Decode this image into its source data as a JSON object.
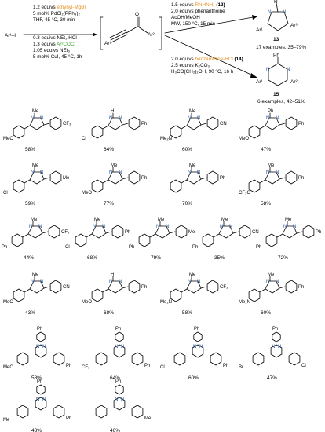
{
  "scheme": {
    "reagent": "Ar¹–I",
    "conditions_left": [
      {
        "text": "1.2 equivs ",
        "hl": "ethynyl-MgBr",
        "hlclass": "orange"
      },
      {
        "text": "5 mol% PdCl₂(PPh₃)₂"
      },
      {
        "text": "THF, 45 °C, 30 min"
      },
      {
        "text": "0.3 equivs NEt₃ HCl"
      },
      {
        "text": "1.3 equivs ",
        "hl": "Ar²COCl",
        "hlclass": "green"
      },
      {
        "text": "1.05 equivs NEt₃"
      },
      {
        "text": "5 mol% CuI, 45 °C, 1h"
      }
    ],
    "intermediate": {
      "ar1": "Ar¹",
      "ar2": "Ar²",
      "o": "O"
    },
    "conditions_top": [
      {
        "text": "1.5 equivs ",
        "hl": "RNHNH₂",
        "hlclass": "orange",
        "tail": " (12)"
      },
      {
        "text": "2.0 equivs phenanthoine"
      },
      {
        "text": "AcOH/MeOH"
      },
      {
        "text": "MW, 150 °C, 15 min"
      }
    ],
    "conditions_bottom": [
      {
        "text": "2.0 equivs ",
        "hl": "benzamidine-HCl",
        "hlclass": "orange",
        "tail": " (14)"
      },
      {
        "text": "2.5 equivs K₂CO₃"
      },
      {
        "text": "H₃CO(CH₂)₂OH, 90 °C, 16 h"
      }
    ],
    "product_top": {
      "number": "13",
      "examples": "17 examples, 35–79%",
      "r": "R",
      "ar1": "Ar¹",
      "ar3": "Ar³"
    },
    "product_bottom": {
      "number": "15",
      "examples": "6 examples, 42–51%",
      "ph": "Ph",
      "ar1": "Ar¹",
      "ar2": "Ar²"
    }
  },
  "pyrazoles": [
    {
      "left": "MeO",
      "n": "Me",
      "right": "CF₃",
      "yield": "58%"
    },
    {
      "left": "Cl",
      "n": "H",
      "right": "Ph",
      "yield": "64%"
    },
    {
      "left": "Me₂N",
      "n": "Me",
      "right": "CN",
      "yield": "60%"
    },
    {
      "left": "MeO",
      "n": "Ph",
      "right": "Ph",
      "yield": "47%"
    },
    {
      "left": "Cl",
      "n": "Me",
      "right": "Me",
      "yield": "59%"
    },
    {
      "left": "MeO",
      "n": "Me",
      "right": "Ph",
      "yield": "77%"
    },
    {
      "left": "",
      "n": "Me",
      "right": "Ph",
      "yield": "70%"
    },
    {
      "left": "CF₃O",
      "n": "Me",
      "right": "Ph",
      "yield": "58%"
    },
    {
      "left": "Ph",
      "n": "Me",
      "right": "CF₃",
      "yield": "44%"
    },
    {
      "left": "Cl",
      "n": "Me",
      "right": "Ph",
      "yield": "68%"
    },
    {
      "left": "Ph",
      "n": "Me",
      "right": "Me",
      "yield": "79%"
    },
    {
      "left": "Ph",
      "n": "Me",
      "right": "CN",
      "yield": "35%"
    },
    {
      "left": "Ph",
      "n": "Me",
      "right": "Ph",
      "yield": "72%"
    },
    {
      "left": "MeO",
      "n": "Me",
      "right": "CN",
      "yield": "43%"
    },
    {
      "left": "MeO",
      "n": "H",
      "right": "Ph",
      "yield": "68%"
    },
    {
      "left": "Me₂N",
      "n": "Me",
      "right": "CF₃",
      "yield": "58%"
    },
    {
      "left": "Me₂N",
      "n": "Me",
      "right": "Ph",
      "yield": "60%"
    }
  ],
  "pyrimidines": [
    {
      "top": "Ph",
      "left": "MeO",
      "right": "Ph",
      "yield": "58%"
    },
    {
      "top": "Ph",
      "left": "CF₃",
      "right": "Ph",
      "yield": "64%"
    },
    {
      "top": "Ph",
      "left": "Cl",
      "right": "Ph",
      "yield": "60%"
    },
    {
      "top": "Ph",
      "left": "Br",
      "right": "Cl",
      "yield": "47%"
    },
    {
      "top": "Ph",
      "left": "Me",
      "right": "Ph",
      "yield": "43%"
    },
    {
      "top": "Ph",
      "left": "",
      "right": "Me",
      "yield": "46%"
    }
  ]
}
